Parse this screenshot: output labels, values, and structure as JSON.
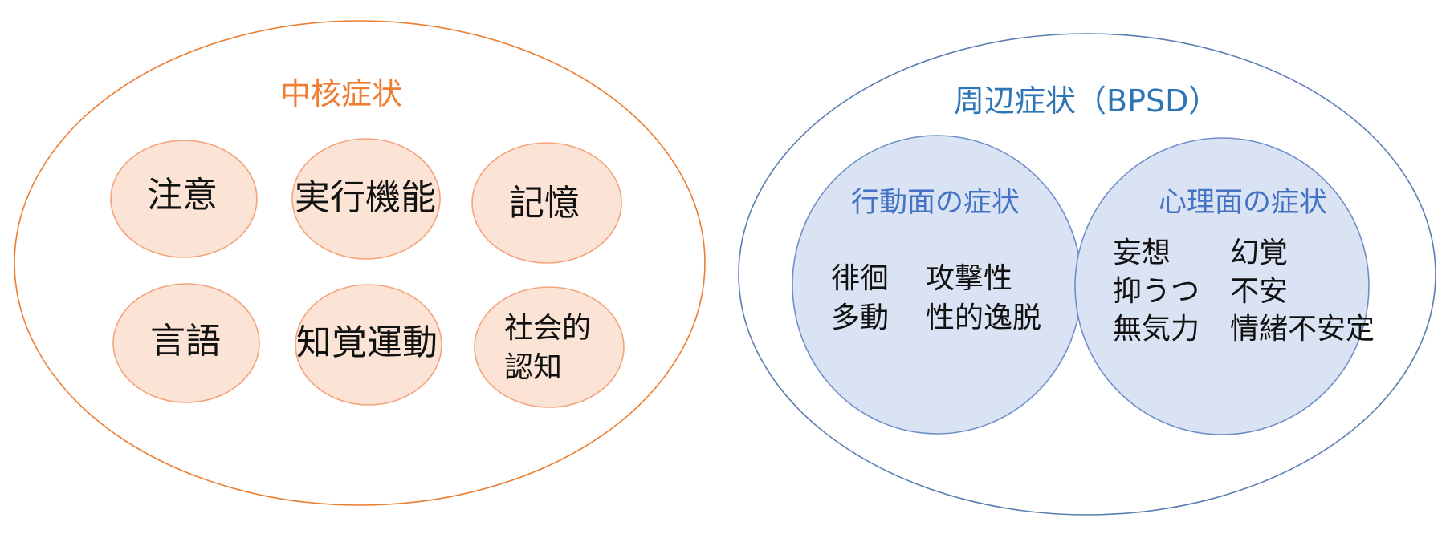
{
  "colors": {
    "core_stroke": "#ED7D31",
    "core_fill": "#FBE4D5",
    "core_title": "#ED7D31",
    "bpsd_stroke": "#5B7DB1",
    "bpsd_title": "#2E75B6",
    "sub_fill": "#DAE3F3",
    "sub_stroke": "#6F8FCB",
    "sub_title": "#4472C4"
  },
  "core": {
    "title": "中核症状",
    "items": [
      "注意",
      "実行機能",
      "記憶",
      "言語",
      "知覚運動",
      "社会的\n認知"
    ]
  },
  "bpsd": {
    "title": "周辺症状（BPSD）",
    "behavior": {
      "title": "行動面の症状",
      "col1": [
        "徘徊",
        "多動"
      ],
      "col2": [
        "攻撃性",
        "性的逸脱"
      ]
    },
    "psych": {
      "title": "心理面の症状",
      "col1": [
        "妄想",
        "抑うつ",
        "無気力"
      ],
      "col2": [
        "幻覚",
        "不安",
        "情緒不安定"
      ]
    }
  }
}
